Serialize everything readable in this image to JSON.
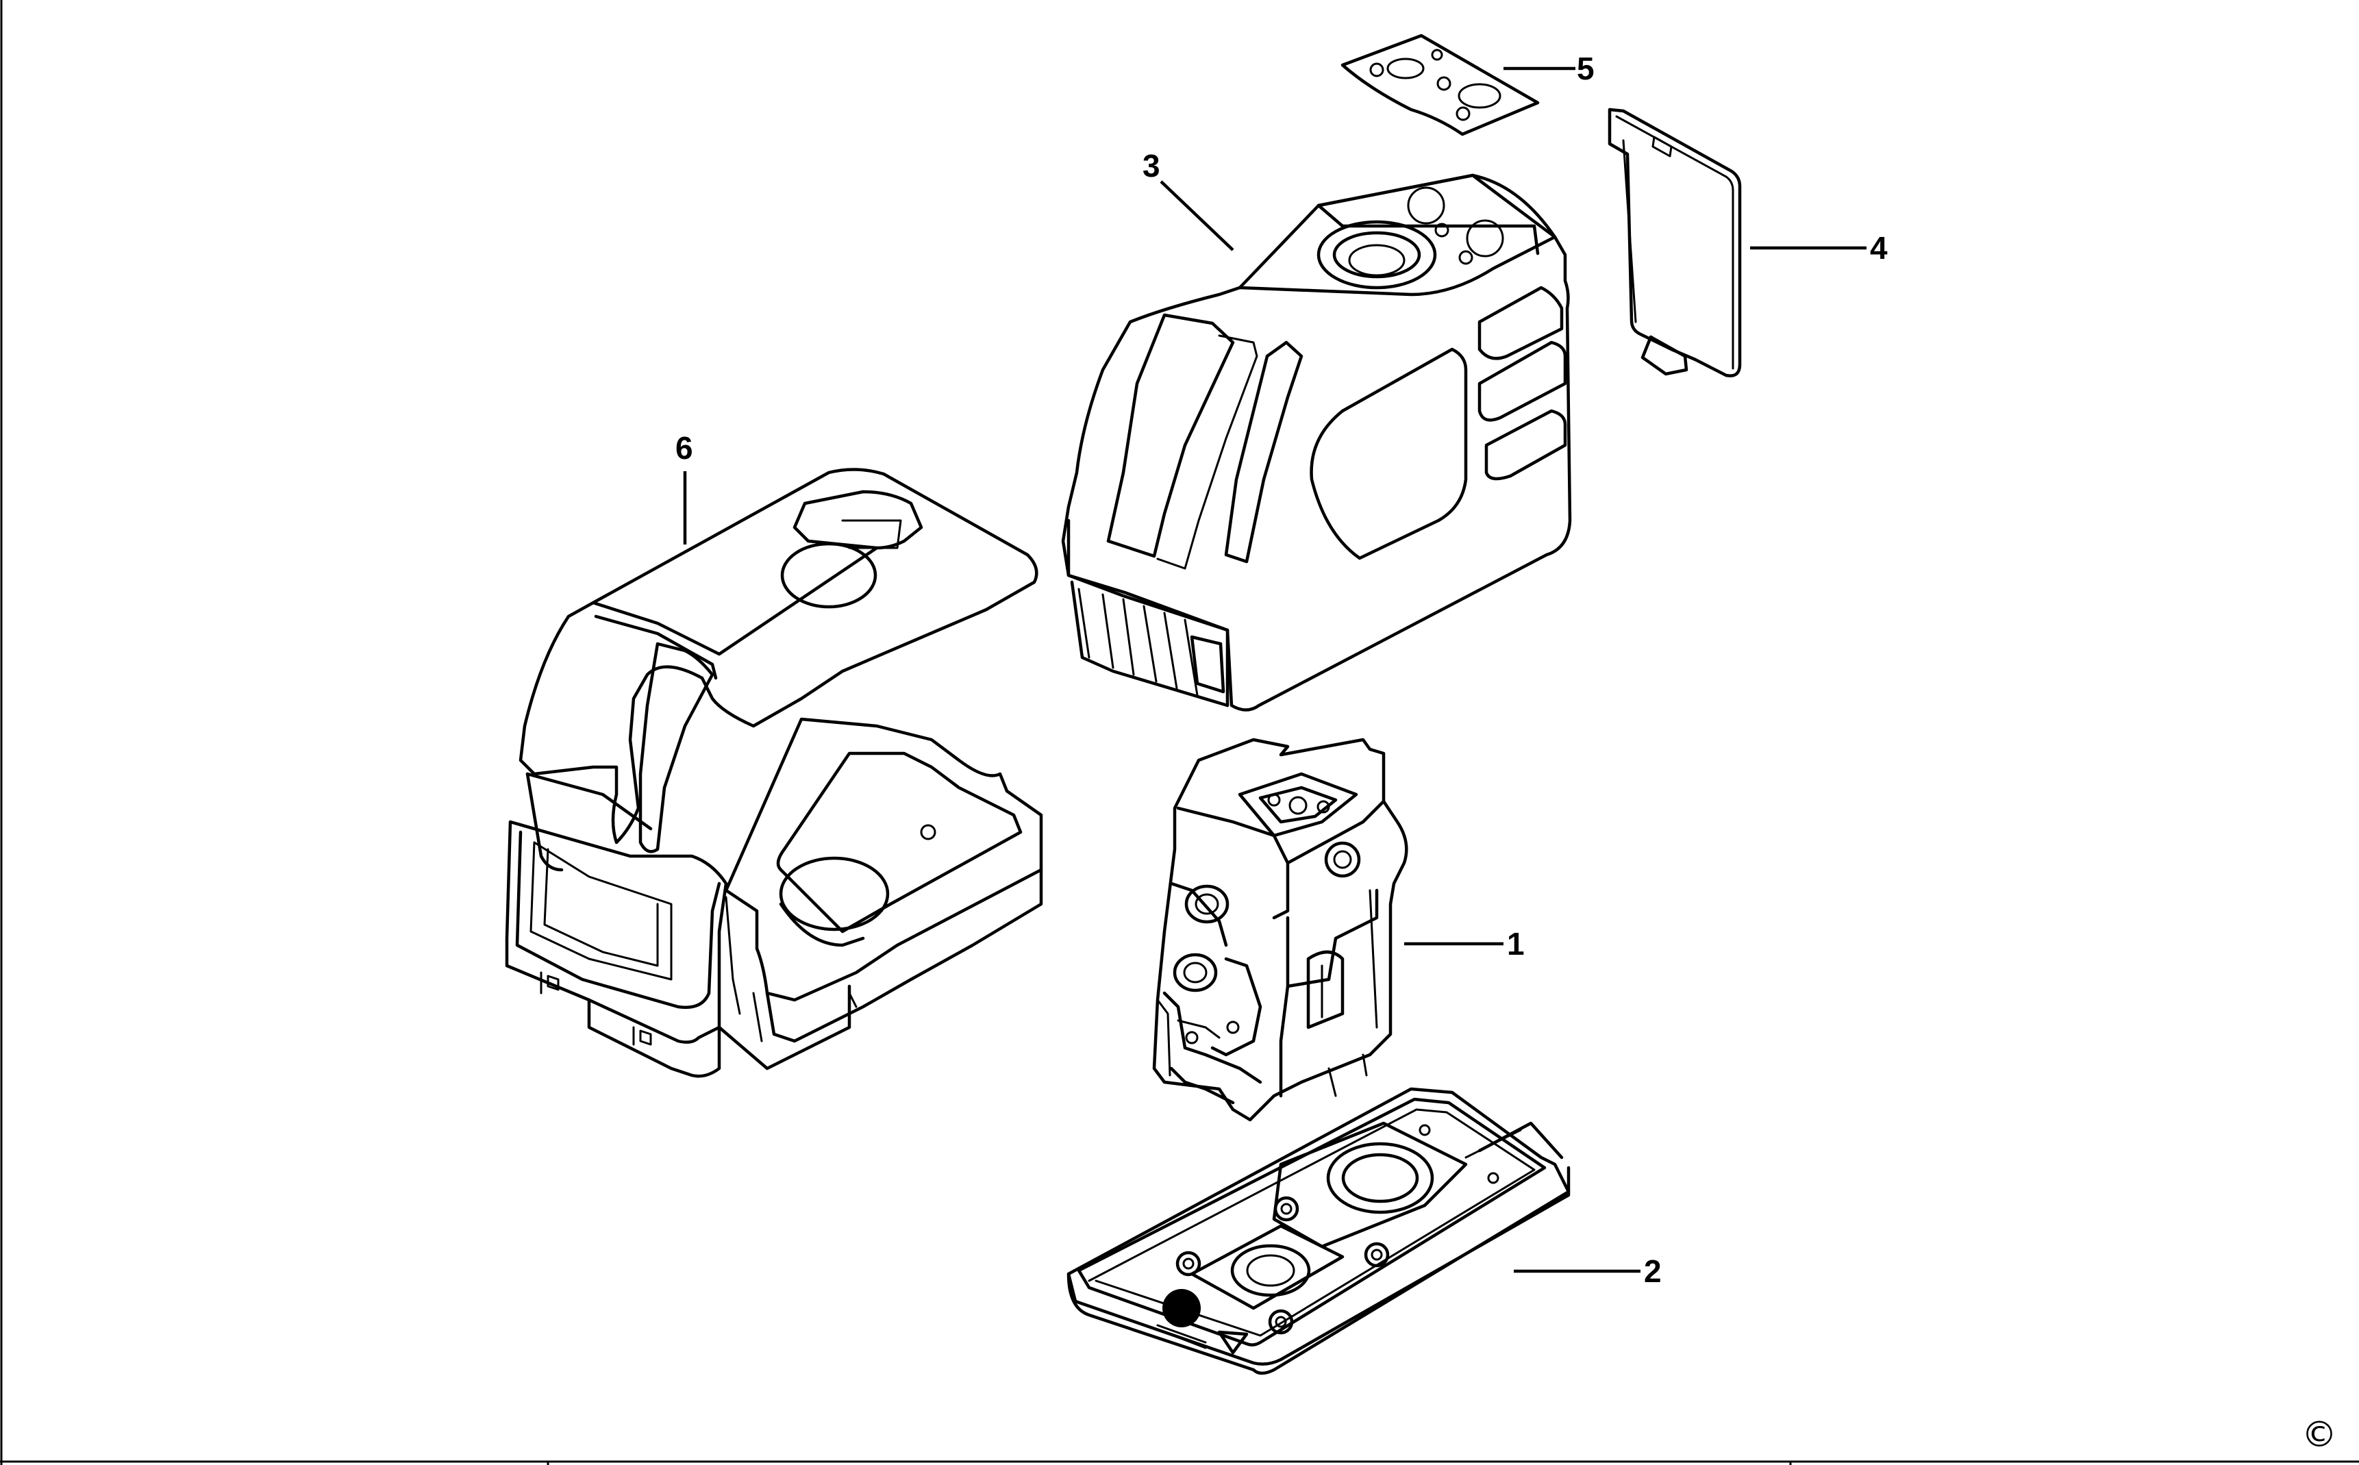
{
  "callouts": [
    {
      "id": "1",
      "label": "1"
    },
    {
      "id": "2",
      "label": "2"
    },
    {
      "id": "3",
      "label": "3"
    },
    {
      "id": "4",
      "label": "4"
    },
    {
      "id": "5",
      "label": "5"
    },
    {
      "id": "6",
      "label": "6"
    }
  ],
  "copyright_symbol": "©",
  "colors": {
    "line": "#000000",
    "background": "#ffffff"
  }
}
